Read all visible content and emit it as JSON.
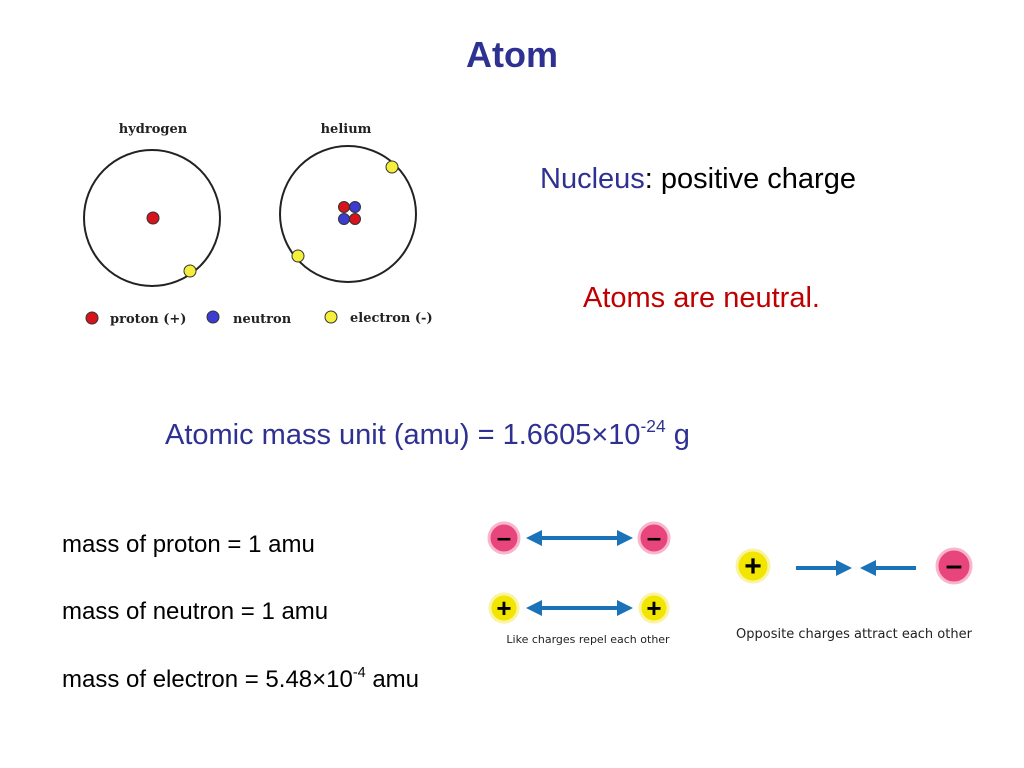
{
  "slide": {
    "title": "Atom"
  },
  "atom_diagram": {
    "hydrogen_label": "hydrogen",
    "helium_label": "helium",
    "legend": {
      "proton": "proton (+)",
      "neutron": "neutron",
      "electron": "electron (-)"
    },
    "colors": {
      "proton": "#d7141c",
      "neutron": "#3c3cd2",
      "electron": "#f5ef3c"
    }
  },
  "nucleus": {
    "term": "Nucleus",
    "separator": ":",
    "description": " positive charge"
  },
  "neutral_statement": "Atoms are neutral.",
  "amu": {
    "text": "Atomic mass unit (amu) = 1.6605×10",
    "exponent": "-24",
    "unit": " g"
  },
  "masses": {
    "proton": "mass of proton = 1 amu",
    "neutron": "mass of neutron = 1 amu",
    "electron_text": "mass of electron = 5.48×10",
    "electron_exponent": "-4",
    "electron_unit": " amu"
  },
  "charges": {
    "repel_caption": "Like charges repel each other",
    "attract_caption": "Opposite charges attract each other",
    "minus_symbol": "–",
    "plus_symbol": "+",
    "colors": {
      "negative": "#e8457c",
      "positive": "#f2e500",
      "arrow": "#1a72b8"
    }
  },
  "colors": {
    "title": "#2e3192",
    "accent_red": "#c00000"
  }
}
